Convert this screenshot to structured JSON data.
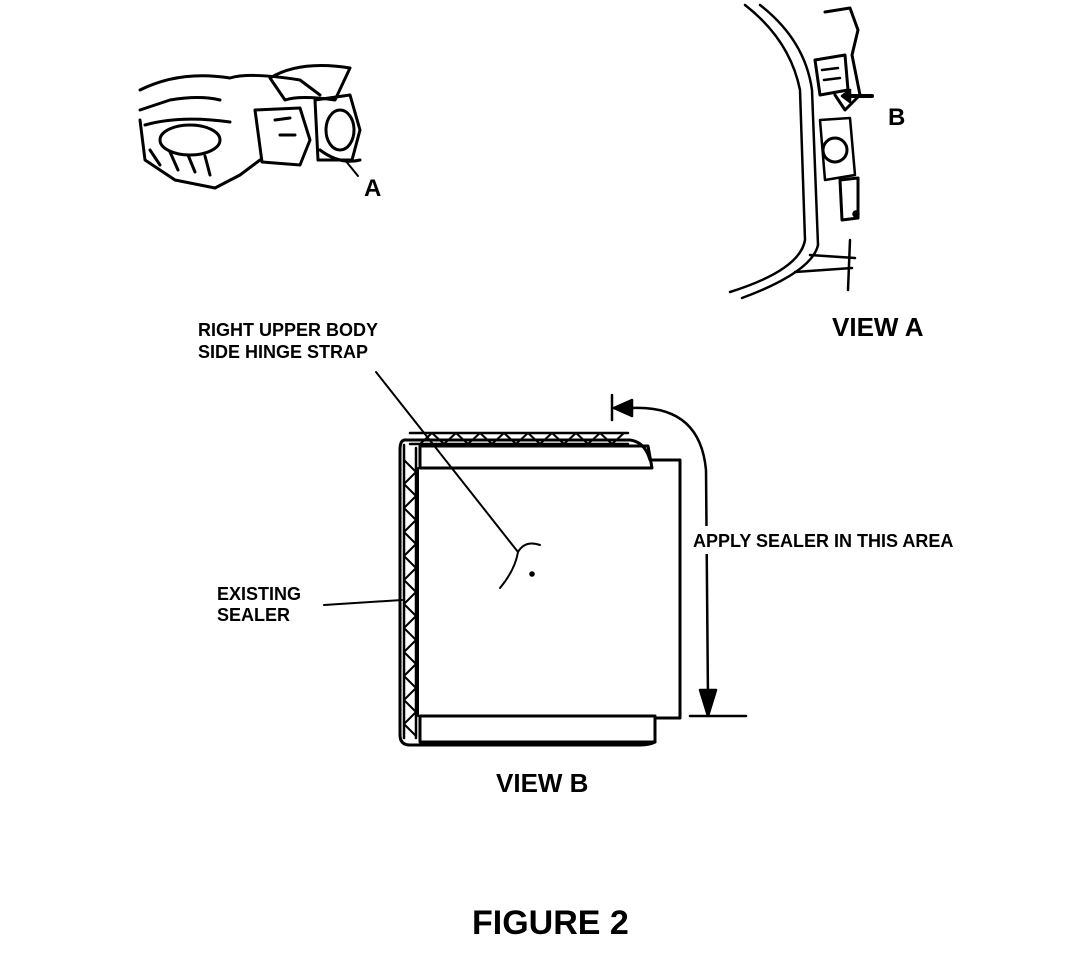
{
  "figure": {
    "title": "FIGURE 2"
  },
  "car_view": {
    "callout": "A"
  },
  "view_a": {
    "caption": "VIEW A",
    "callout": "B"
  },
  "view_b": {
    "caption": "VIEW B",
    "part_label_line1": "RIGHT UPPER BODY",
    "part_label_line2": "SIDE HINGE STRAP",
    "existing_line1": "EXISTING",
    "existing_line2": "SEALER",
    "apply_label": "APPLY SEALER IN THIS AREA"
  },
  "colors": {
    "ink": "#000000",
    "paper": "#ffffff"
  }
}
